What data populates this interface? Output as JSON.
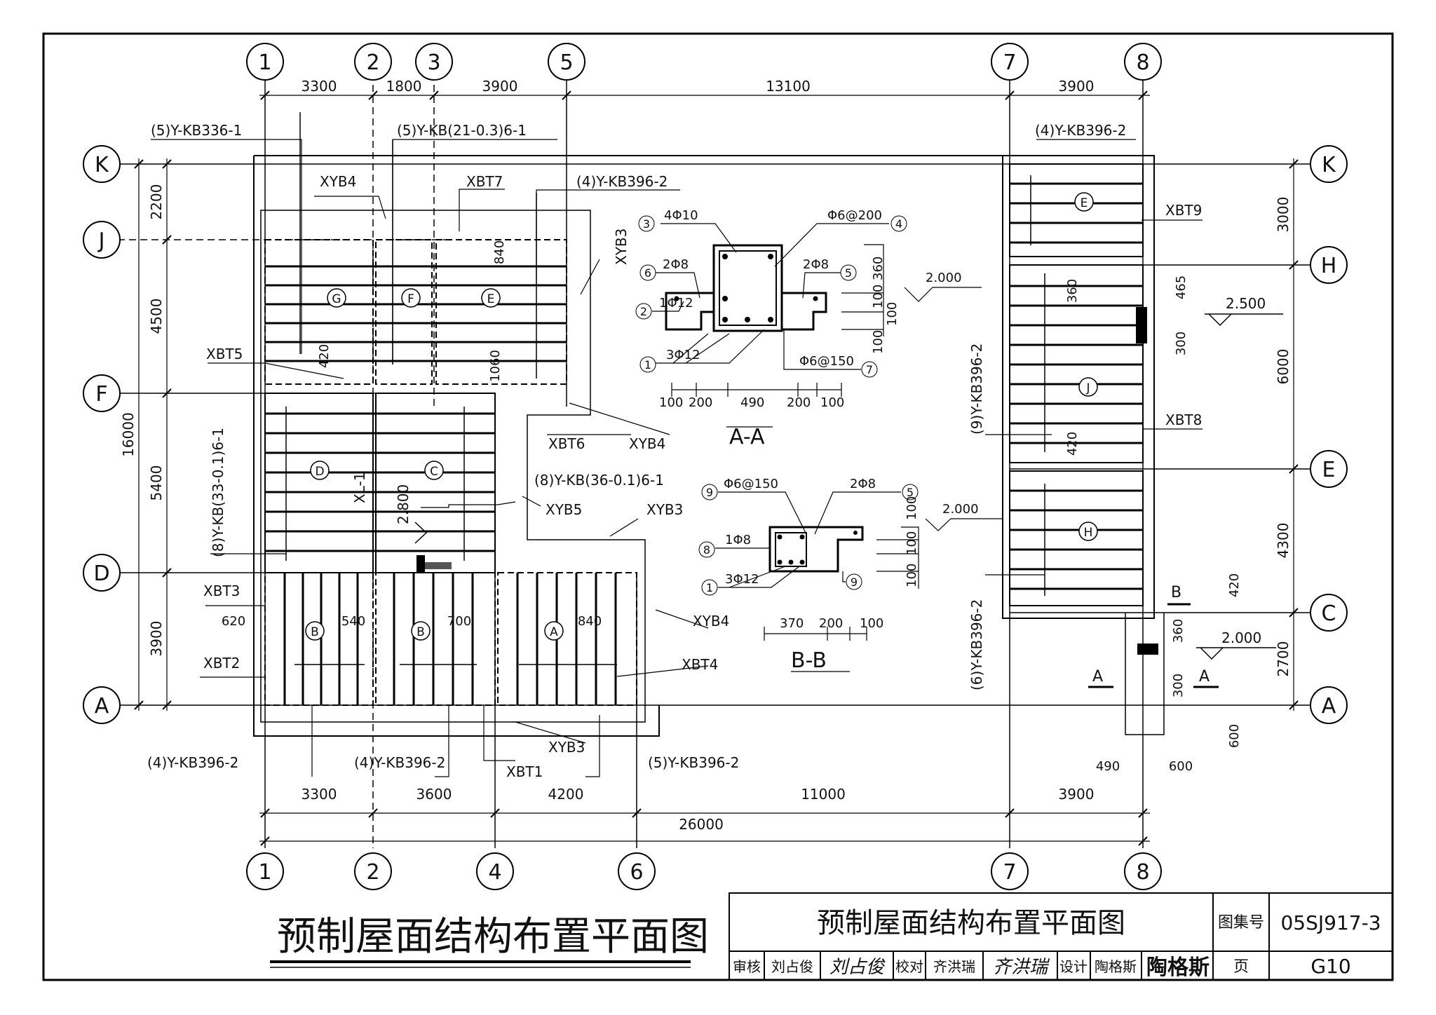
{
  "drawing": {
    "main_title": "预制屋面结构布置平面图",
    "title_block": {
      "title": "预制屋面结构布置平面图",
      "atlas_label": "图集号",
      "atlas_no": "05SJ917-3",
      "page_label": "页",
      "page_no": "G10",
      "roles": [
        {
          "role": "审核",
          "name": "刘占俊",
          "signature": "刘占俊"
        },
        {
          "role": "校对",
          "name": "齐洪瑞",
          "signature": "齐洪瑞"
        },
        {
          "role": "设计",
          "name": "陶格斯",
          "signature": "陶格斯"
        }
      ]
    }
  },
  "axes": {
    "top_columns": [
      "1",
      "2",
      "3",
      "5",
      "7",
      "8"
    ],
    "bottom_columns": [
      "1",
      "2",
      "4",
      "6",
      "7",
      "8"
    ],
    "rows": [
      "K",
      "J",
      "F",
      "D",
      "A",
      "H",
      "E",
      "C"
    ]
  },
  "dimensions": {
    "top": [
      "3300",
      "1800",
      "3900",
      "13100",
      "3900"
    ],
    "bottom": [
      "3300",
      "3600",
      "4200",
      "11000",
      "3900"
    ],
    "bottom_total": "26000",
    "left": [
      "2200",
      "4500",
      "5400",
      "3900"
    ],
    "left_total": "16000",
    "right": [
      "3000",
      "6000",
      "4300",
      "2700"
    ],
    "misc": [
      "840",
      "420",
      "1060",
      "620",
      "540",
      "700",
      "840",
      "360",
      "420",
      "465",
      "300",
      "420",
      "360",
      "300",
      "600",
      "490",
      "600"
    ]
  },
  "labels": {
    "slabs": [
      "(5)Y-KB336-1",
      "(5)Y-KB(21-0.3)6-1",
      "(4)Y-KB396-2",
      "(4)Y-KB396-2",
      "(8)Y-KB(33-0.1)6-1",
      "(8)Y-KB(36-0.1)6-1",
      "(9)Y-KB396-2",
      "(6)Y-KB396-2",
      "(4)Y-KB396-2",
      "(4)Y-KB396-2",
      "(5)Y-KB396-2"
    ],
    "members": [
      "XYB4",
      "XBT7",
      "XYB3",
      "XBT5",
      "XBT6",
      "XYB4",
      "XL-1",
      "XYB5",
      "XYB3",
      "XBT3",
      "XBT2",
      "XYB4",
      "XBT4",
      "XYB3",
      "XBT1",
      "XBT9",
      "XBT8"
    ],
    "bays": [
      "G",
      "F",
      "E",
      "D",
      "C",
      "B",
      "B",
      "A",
      "E",
      "J",
      "H"
    ],
    "elevations": [
      "2.800",
      "2.500",
      "2.000"
    ],
    "section_marks": [
      "B",
      "A",
      "A"
    ]
  },
  "section_aa": {
    "title": "A-A",
    "rebars": [
      "4Φ10",
      "Φ6@200",
      "2Φ8",
      "2Φ8",
      "1Φ12",
      "3Φ12",
      "Φ6@150"
    ],
    "markers": [
      "3",
      "4",
      "6",
      "5",
      "2",
      "1",
      "7"
    ],
    "dims_bottom": [
      "100",
      "200",
      "490",
      "200",
      "100"
    ],
    "dims_right": [
      "360",
      "100",
      "100",
      "100"
    ],
    "elevation": "2.000"
  },
  "section_bb": {
    "title": "B-B",
    "rebars": [
      "Φ6@150",
      "2Φ8",
      "1Φ8",
      "3Φ12"
    ],
    "markers": [
      "9",
      "5",
      "8",
      "9",
      "1"
    ],
    "dims_bottom": [
      "370",
      "200",
      "100"
    ],
    "dims_right": [
      "100",
      "100",
      "100"
    ],
    "elevation": "2.000"
  }
}
